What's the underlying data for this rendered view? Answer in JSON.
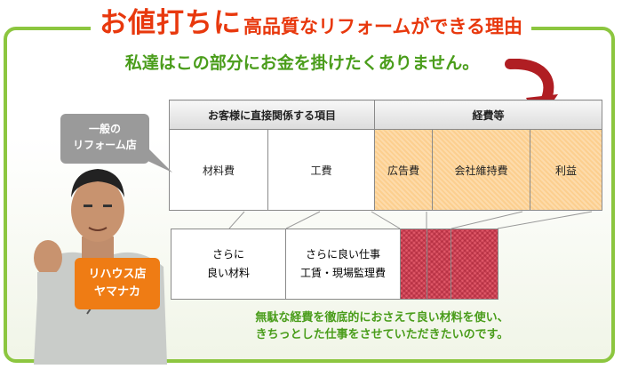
{
  "title": {
    "main": "お値打ちに",
    "sub": "高品質なリフォームができる理由"
  },
  "subtitle": "私達はこの部分にお金を掛けたくありません。",
  "table": {
    "header_left": "お客様に直接関係する項目",
    "header_right": "経費等",
    "cells": [
      "材料費",
      "工費",
      "広告費",
      "会社維持費",
      "利益"
    ]
  },
  "lower": {
    "material": [
      "さらに",
      "良い材料"
    ],
    "labor": [
      "さらに良い仕事",
      "工賃・現場監理費"
    ]
  },
  "bubble": [
    "一般の",
    "リフォーム店"
  ],
  "badge": [
    "リハウス店",
    "ヤマナカ"
  ],
  "bottom": [
    "無駄な経費を徹底的におさえて良い材料を使い、",
    "きちっとした仕事をさせていただきたいのです。"
  ],
  "colors": {
    "frame": "#8cc63f",
    "title": "#e8380d",
    "green_text": "#4a9d1b",
    "orange": "#fccf8f",
    "red": "#e05868",
    "arrow": "#b01e23",
    "badge": "#ef7c14",
    "bubble": "#9a9a9a"
  }
}
